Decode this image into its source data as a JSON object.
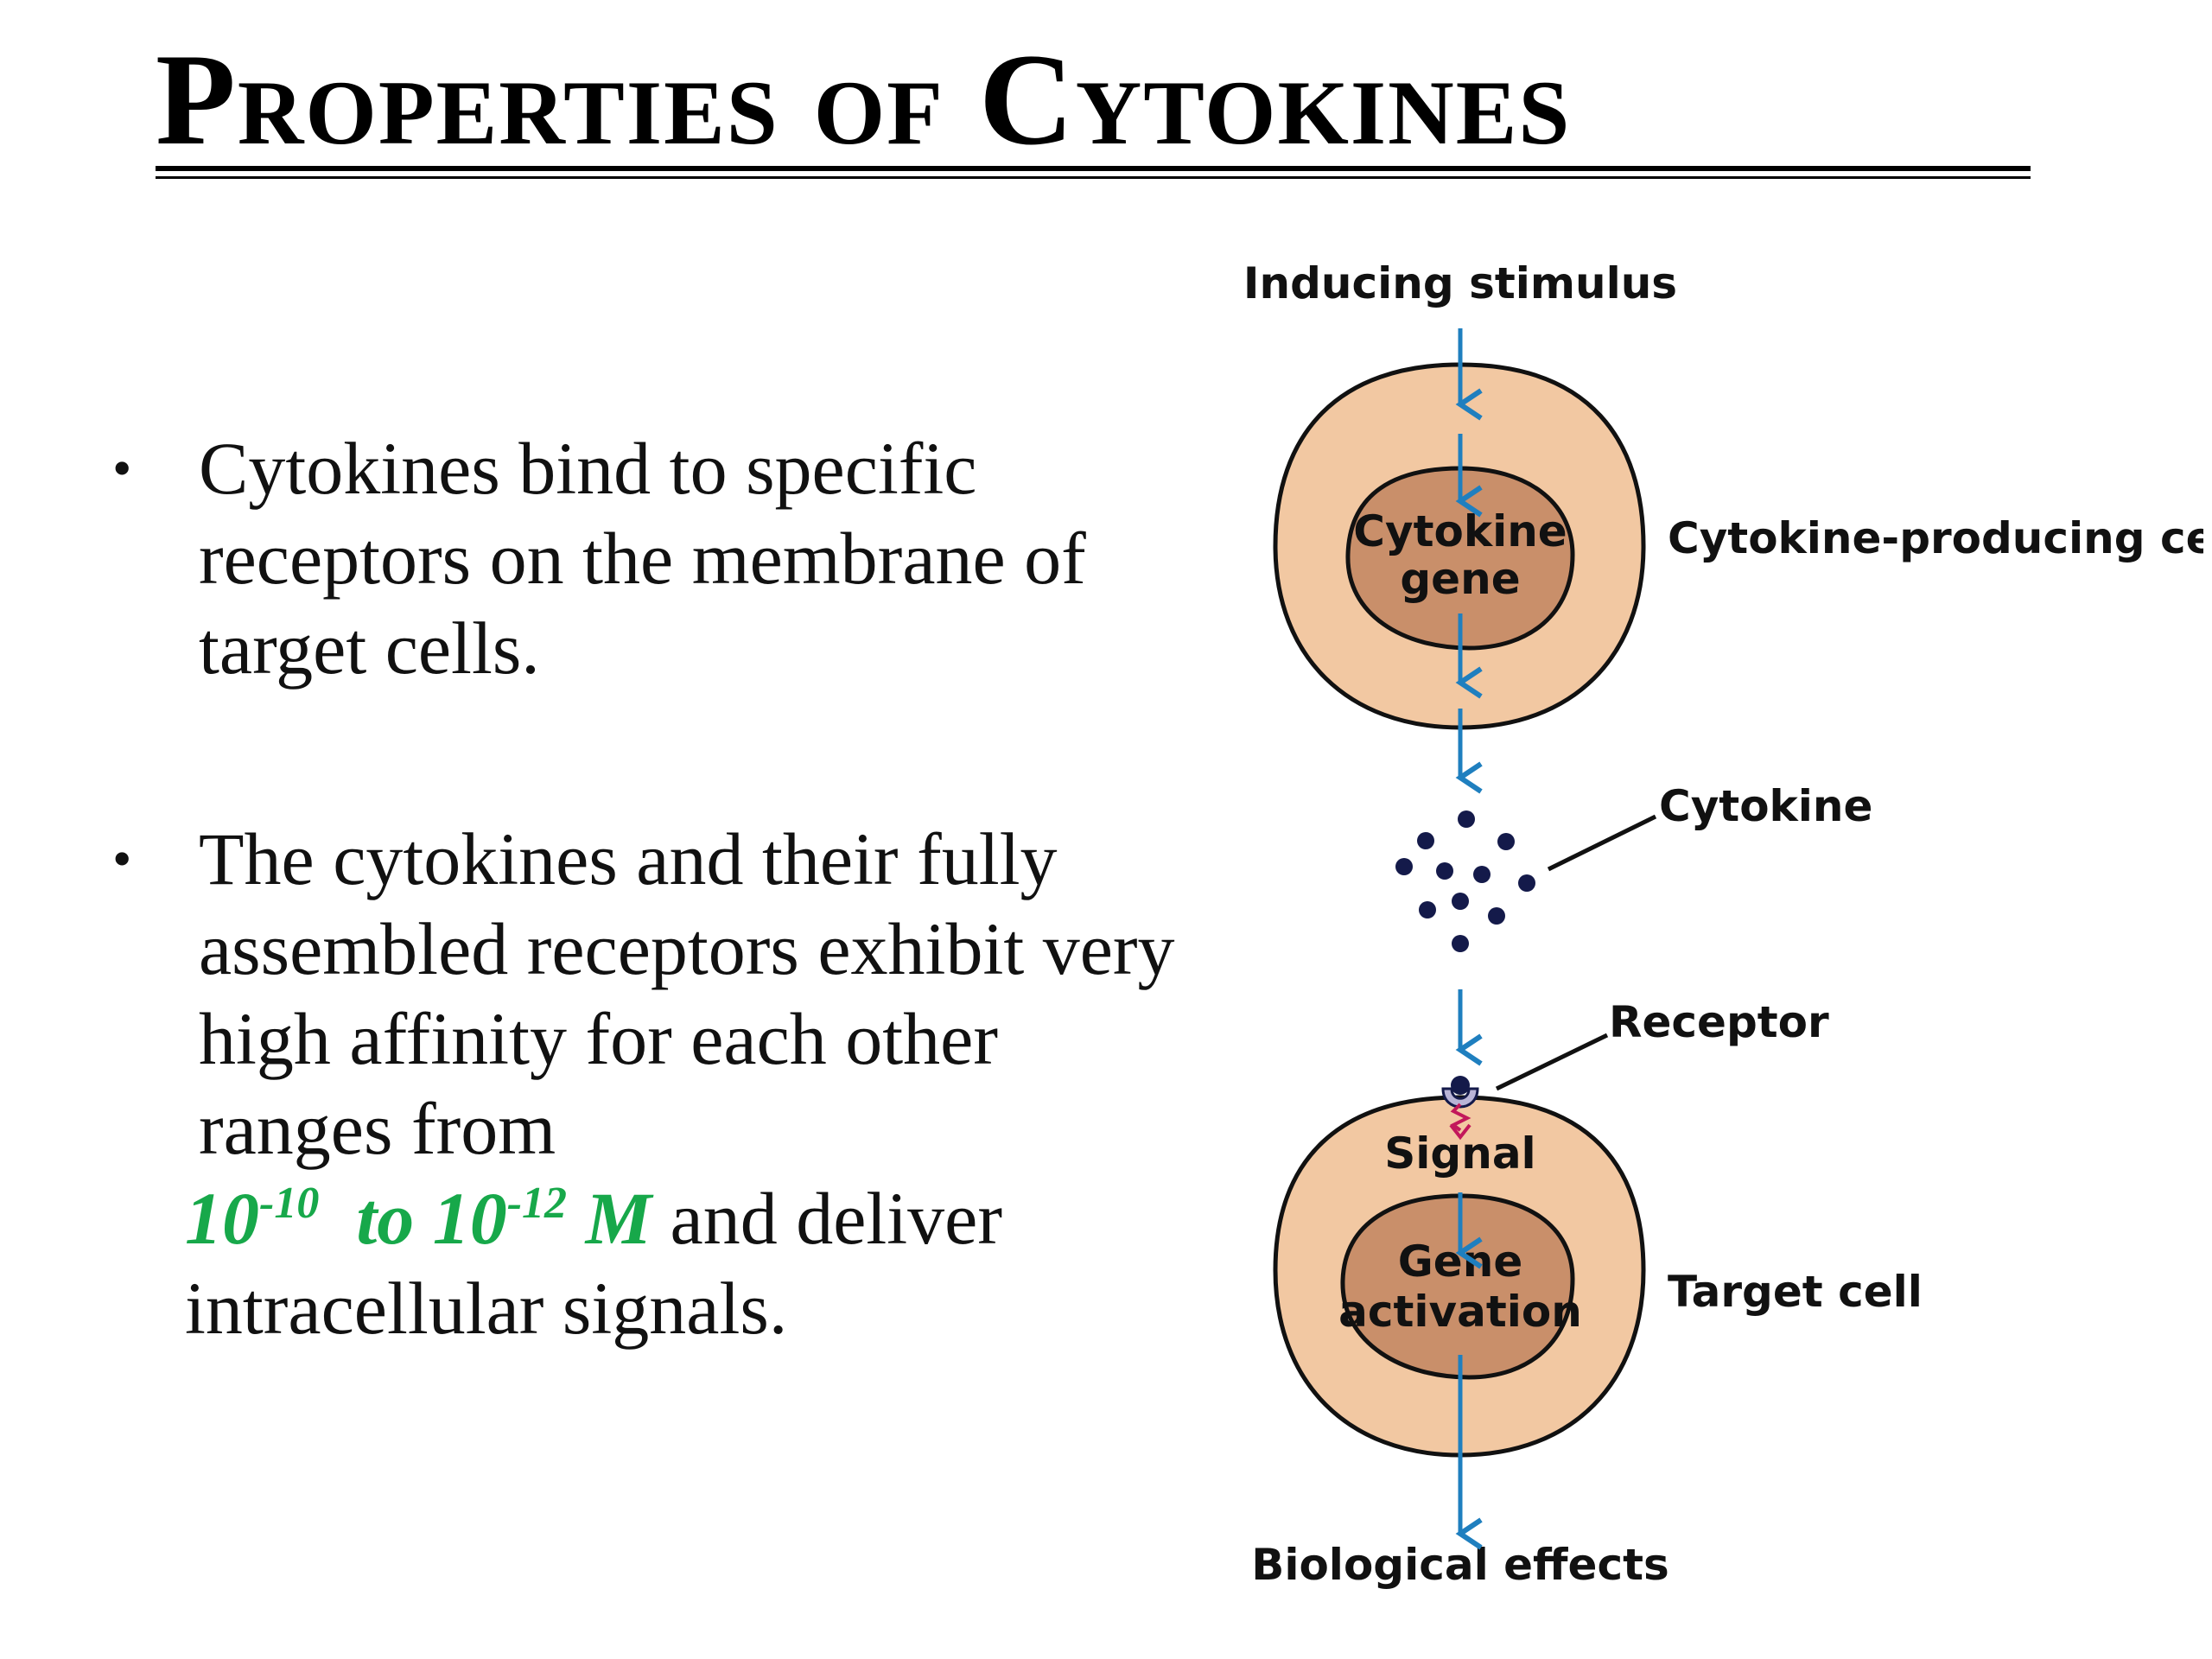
{
  "slide": {
    "title": "Properties of Cytokines",
    "bullets": [
      {
        "text": "Cytokines bind to specific receptors on the membrane of target cells."
      },
      {
        "text": "The cytokines and their fully assembled receptors exhibit very high affinity for each other  ranges from",
        "range": {
          "base1": "10",
          "exp1": "-10",
          "connector": "to",
          "base2": "10",
          "exp2": "-12",
          "unit": "M"
        },
        "tail": "and deliver intracellular signals."
      }
    ]
  },
  "diagram": {
    "labels": {
      "inducing_stimulus": "Inducing stimulus",
      "cytokine_gene_line1": "Cytokine",
      "cytokine_gene_line2": "gene",
      "producing_cell": "Cytokine-producing cell",
      "cytokine": "Cytokine",
      "receptor": "Receptor",
      "signal": "Signal",
      "gene_activation_line1": "Gene",
      "gene_activation_line2": "activation",
      "target_cell": "Target cell",
      "biological_effects": "Biological effects"
    },
    "colors": {
      "cell_fill": "#f2c8a2",
      "nucleus_fill": "#c98f6a",
      "arrow": "#1f7fbf",
      "signal_arrow": "#c2185b",
      "cytokine_dot": "#141a4a",
      "range_text": "#17a84a"
    }
  }
}
